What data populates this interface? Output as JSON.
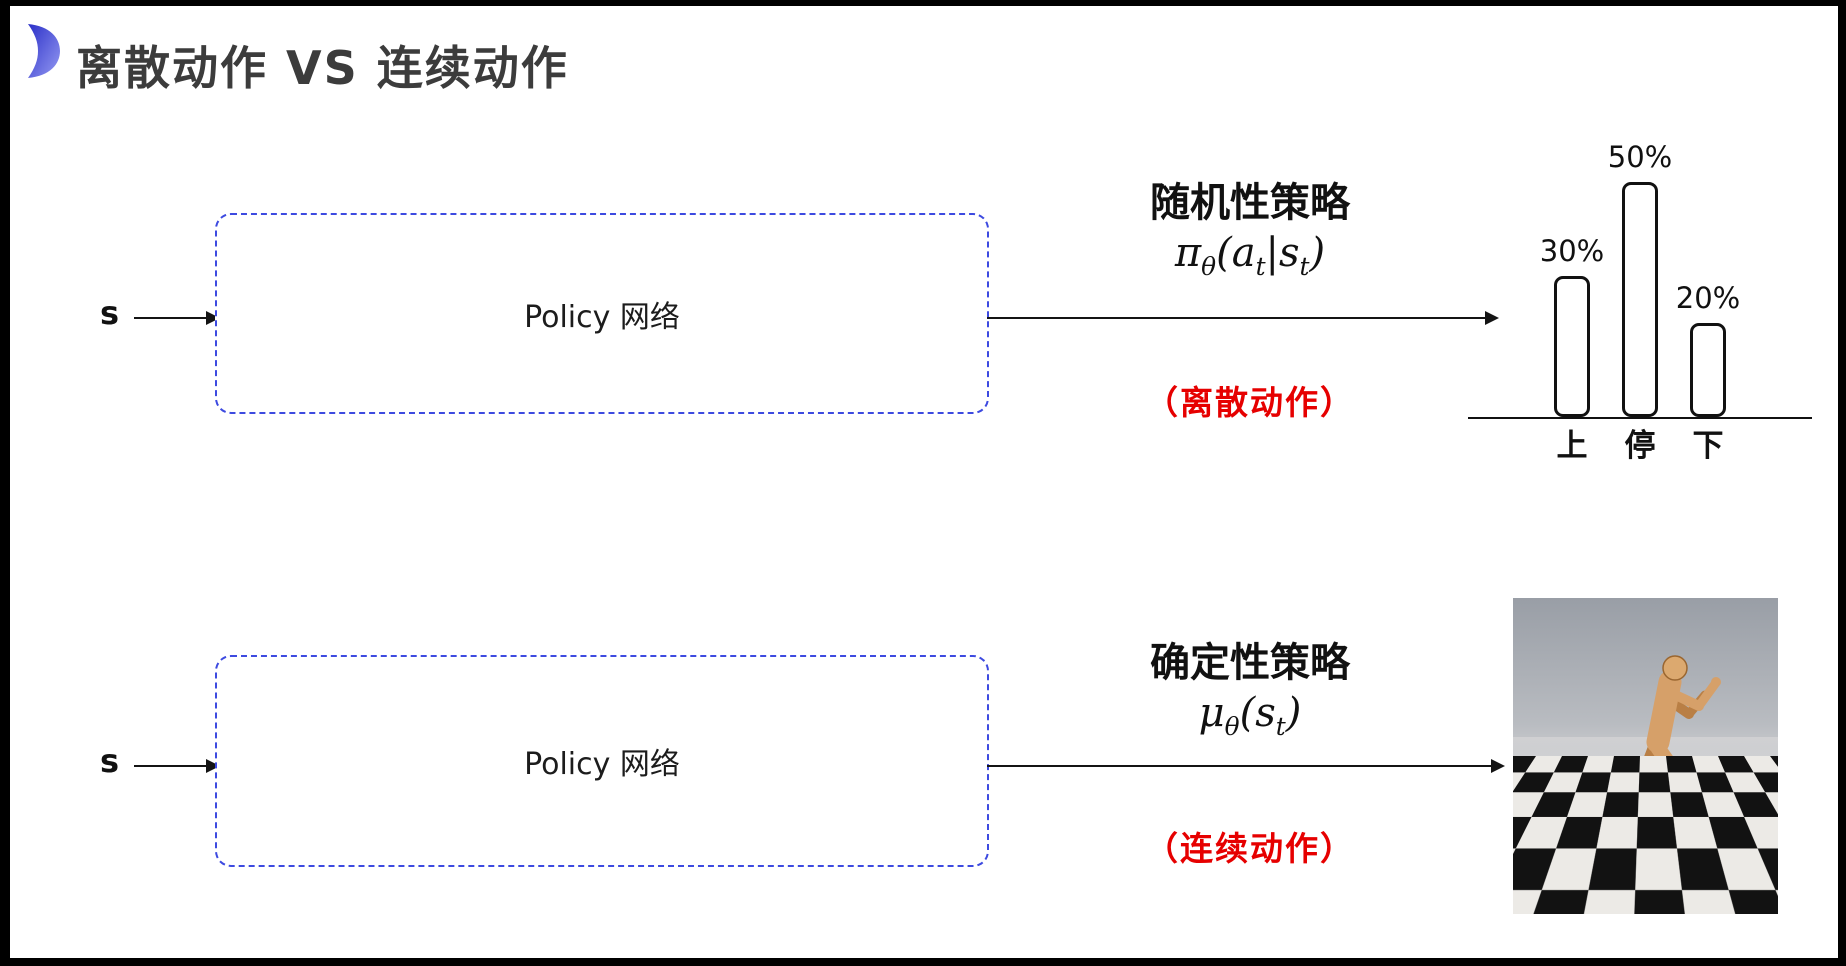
{
  "slide": {
    "title": "离散动作 VS 连续动作"
  },
  "rows": [
    {
      "input_label": "s",
      "box_label": "Policy 网络",
      "policy_type": "随机性策略",
      "formula": "π_θ(a_t|s_t)",
      "action_type": "（离散动作）"
    },
    {
      "input_label": "s",
      "box_label": "Policy 网络",
      "policy_type": "确定性策略",
      "formula": "μ_θ(s_t)",
      "action_type": "（连续动作）"
    }
  ],
  "chart_data": {
    "type": "bar",
    "categories": [
      "上",
      "停",
      "下"
    ],
    "values": [
      30,
      50,
      20
    ],
    "value_labels": [
      "30%",
      "50%",
      "20%"
    ],
    "title": "",
    "xlabel": "",
    "ylabel": "",
    "ylim": [
      0,
      60
    ],
    "unit": "%",
    "grid": false,
    "legend": false
  },
  "media": {
    "humanoid_image_name": "humanoid-robot-on-checkerboard-floor"
  },
  "colors": {
    "accent_blue": "#3d4ae0",
    "accent_red": "#e60000",
    "title_text": "#3c3c3c",
    "ink": "#141414",
    "logo_blue_dark": "#2b30c8",
    "logo_blue_light": "#959af2"
  }
}
